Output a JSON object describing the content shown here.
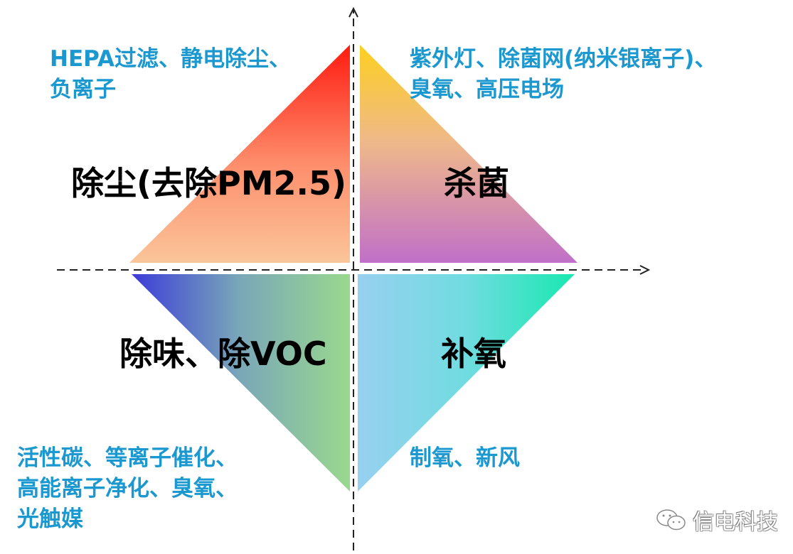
{
  "quadrants": {
    "top_left": {
      "title": "除尘(去除PM2.5)",
      "methods": [
        "HEPA过滤、静电除尘、",
        "负离子"
      ],
      "gradient": [
        "#ff1a10",
        "#fbc59a"
      ]
    },
    "top_right": {
      "title": "杀菌",
      "methods": [
        "紫外灯、除菌网(纳米银离子)、",
        "臭氧、高压电场"
      ],
      "gradient": [
        "#fdd020",
        "#c070c8"
      ]
    },
    "bottom_left": {
      "title": "除味、除VOC",
      "methods": [
        "活性碳、等离子催化、",
        "高能离子净化、臭氧、",
        "光触媒"
      ],
      "gradient": [
        "#3c3cd8",
        "#9ad88e"
      ]
    },
    "bottom_right": {
      "title": "补氧",
      "methods": [
        "制氧、新风"
      ],
      "gradient": [
        "#98d0f0",
        "#18e8b0"
      ]
    }
  },
  "watermark": {
    "text": "信电科技"
  },
  "colors": {
    "method_text": "#1b98cf",
    "title_text": "#000000",
    "axis": "#222222"
  }
}
